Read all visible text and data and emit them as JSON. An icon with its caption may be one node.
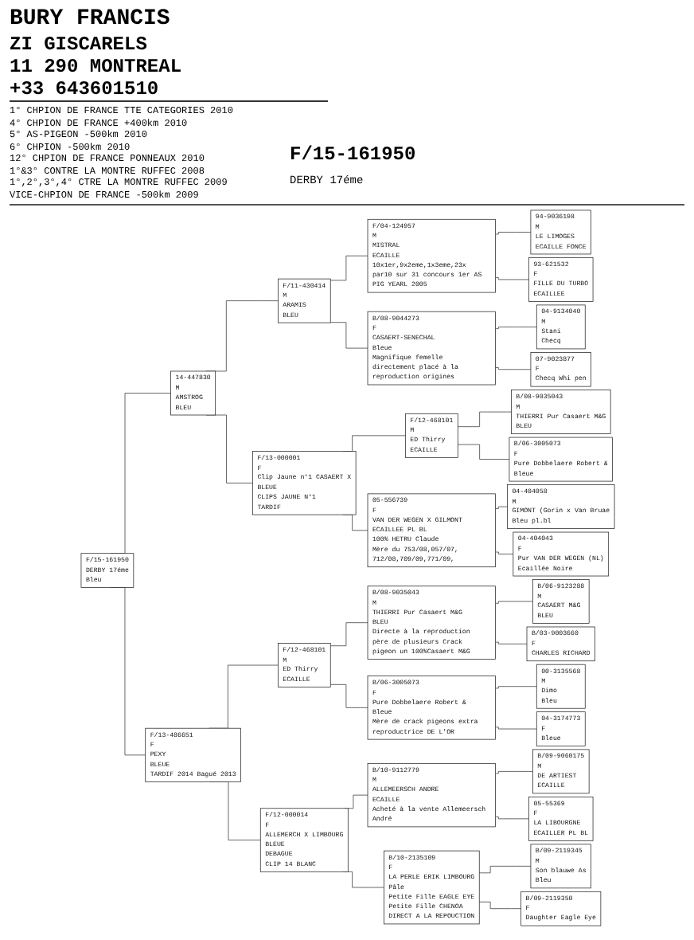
{
  "diagram": {
    "nodes": [
      {
        "text": [
          "F/15-161950",
          "DERBY 17éme",
          "Bleu"
        ]
      },
      {
        "text": [
          "14-447830",
          "M",
          "AMSTROG",
          "BLEU"
        ]
      },
      {
        "text": [
          "F/13-486651",
          "F",
          "PEXY",
          "BLEUE",
          "TARDIF 2014 Bagué 2013"
        ]
      },
      {
        "text": [
          "F/11-430414",
          "M",
          "ARAMIS",
          "BLEU"
        ]
      },
      {
        "text": [
          "F/13-000001",
          "F",
          "Clip Jaune n°1 CASAERT X",
          "BLEUE",
          "CLIPS JAUNE N°1",
          "TARDIF"
        ]
      },
      {
        "text": [
          "F/12-468101",
          "M",
          "ED Thirry",
          "ECAILLE"
        ]
      },
      {
        "text": [
          "F/12-000014",
          "F",
          "ALLEMERCH X LIMBOURG",
          "BLEUE",
          "DEBAGUE",
          "CLIP 14 BLANC"
        ]
      },
      {
        "text": [
          "F/04-124957",
          "M",
          "MISTRAL",
          "ECAILLE",
          "10x1er,9x2eme,1x3eme,23x par10 sur 31 concours 1er AS PIG YEARL 2005"
        ]
      },
      {
        "text": [
          "B/08-9044273",
          "F",
          "CASAERT-SENECHAL",
          "Bleue",
          "Magnifique femelle directement placé à la reproduction origines"
        ]
      },
      {
        "text": [
          "F/12-468101",
          "M",
          "ED Thirry",
          "ECAILLE"
        ]
      },
      {
        "text": [
          "05-556739",
          "F",
          "VAN DER WEGEN X GILMONT",
          "ECAILLEE PL BL",
          "100% HETRU Claude",
          "Mère du 753/08,057/07, 712/08,709/09,771/09,"
        ]
      },
      {
        "text": [
          "B/08-9035043",
          "M",
          "THIERRI Pur Casaert M&G",
          "BLEU",
          "Directe à la reproduction père de plusieurs Crack pigeon un 100%Casaert M&G"
        ]
      },
      {
        "text": [
          "B/06-3005073",
          "F",
          "Pure Dobbelaere Robert &",
          "Bleue",
          "Mère de crack pigeons extra reproductrice DE L'OR"
        ]
      },
      {
        "text": [
          "B/10-9112779",
          "M",
          "ALLEMEERSCH ANDRE",
          "ECAILLE",
          "Acheté à la vente Allemeersch André"
        ]
      },
      {
        "text": [
          "B/10-2135109",
          "F",
          "LA PERLE ERIK LIMBOURG",
          "Pâle",
          "Petite Fille EAGLE EYE",
          "Petite Fille CHENOA",
          "DIRECT A LA REPOUCTION"
        ]
      },
      {
        "text": [
          "94-9036198",
          "M",
          "LE LIMOGES",
          "ECAILLE FONCE"
        ]
      },
      {
        "text": [
          "93-621532",
          "F",
          "FILLE DU TURBO",
          "ECAILLEE"
        ]
      },
      {
        "text": [
          "04-9134040",
          "M",
          "Stani",
          "Checq"
        ]
      },
      {
        "text": [
          "07-9023877",
          "F",
          "Checq Whi pen"
        ]
      },
      {
        "text": [
          "B/08-9035043",
          "M",
          "THIERRI Pur Casaert M&G",
          "BLEU"
        ]
      },
      {
        "text": [
          "B/06-3005073",
          "F",
          "Pure Dobbelaere Robert &",
          "Bleue"
        ]
      },
      {
        "text": [
          "04-404058",
          "M",
          "GIMONT (Gorin x Van Bruae",
          "Bleu pl.bl"
        ]
      },
      {
        "text": [
          "04-404043",
          "F",
          "Pur VAN DER WEGEN (NL)",
          "Ecaillée Noire"
        ]
      },
      {
        "text": [
          "B/06-9123288",
          "M",
          "CASAERT M&G",
          "BLEU"
        ]
      },
      {
        "text": [
          "B/03-9003660",
          "F",
          "CHARLES RICHARD"
        ]
      },
      {
        "text": [
          "00-3135568",
          "M",
          "Dimo",
          "Bleu"
        ]
      },
      {
        "text": [
          "04-3174773",
          "F",
          "Bleue"
        ]
      },
      {
        "text": [
          "B/09-9060175",
          "M",
          "DE ARTIEST",
          "ECAILLE"
        ]
      },
      {
        "text": [
          "05-55369",
          "F",
          "LA LIBOURGNE",
          "ECAILLER PL BL"
        ]
      },
      {
        "text": [
          "B/09-2119345",
          "M",
          "Son blauwe As",
          "Bleu"
        ]
      },
      {
        "text": [
          "B/09-2119350",
          "F",
          "Daughter Eagle Eye"
        ]
      }
    ],
    "edges": [
      {
        "from": 0,
        "to": 1,
        "arrow": "none"
      },
      {
        "from": 0,
        "to": 2,
        "arrow": "none"
      },
      {
        "from": 1,
        "to": 3,
        "arrow": "none"
      },
      {
        "from": 1,
        "to": 4,
        "arrow": "none"
      },
      {
        "from": 2,
        "to": 5,
        "arrow": "none"
      },
      {
        "from": 2,
        "to": 6,
        "arrow": "none"
      },
      {
        "from": 3,
        "to": 7,
        "arrow": "none"
      },
      {
        "from": 3,
        "to": 8,
        "arrow": "none"
      },
      {
        "from": 4,
        "to": 9,
        "arrow": "none"
      },
      {
        "from": 4,
        "to": 10,
        "arrow": "none"
      },
      {
        "from": 5,
        "to": 11,
        "arrow": "none"
      },
      {
        "from": 5,
        "to": 12,
        "arrow": "none"
      },
      {
        "from": 6,
        "to": 13,
        "arrow": "none"
      },
      {
        "from": 6,
        "to": 14,
        "arrow": "none"
      },
      {
        "from": 7,
        "to": 15,
        "arrow": "none"
      },
      {
        "from": 7,
        "to": 16,
        "arrow": "none"
      },
      {
        "from": 8,
        "to": 17,
        "arrow": "none"
      },
      {
        "from": 8,
        "to": 18,
        "arrow": "none"
      },
      {
        "from": 9,
        "to": 19,
        "arrow": "none"
      },
      {
        "from": 9,
        "to": 20,
        "arrow": "none"
      },
      {
        "from": 10,
        "to": 21,
        "arrow": "none"
      },
      {
        "from": 10,
        "to": 22,
        "arrow": "none"
      },
      {
        "from": 11,
        "to": 23,
        "arrow": "none"
      },
      {
        "from": 11,
        "to": 24,
        "arrow": "none"
      },
      {
        "from": 12,
        "to": 25,
        "arrow": "none"
      },
      {
        "from": 12,
        "to": 26,
        "arrow": "none"
      },
      {
        "from": 13,
        "to": 27,
        "arrow": "none"
      },
      {
        "from": 13,
        "to": 28,
        "arrow": "none"
      },
      {
        "from": 14,
        "to": 29,
        "arrow": "none"
      },
      {
        "from": 14,
        "to": 30,
        "arrow": "none"
      }
    ],
    "labels": [
      "BURY FRANCIS",
      "ZI GISCARELS",
      "11 290 MONTREAL",
      "+33 643601510",
      "1° CHPION DE FRANCE TTE CATEGORIES 2010",
      "4° CHPION DE FRANCE +400km 2010",
      "5° AS-PIGEON -500km 2010",
      "6° CHPION -500km 2010",
      "12° CHPION DE FRANCE PONNEAUX 2010",
      "1°&3° CONTRE LA MONTRE RUFFEC 2008",
      "1°,2°,3°,4° CTRE LA MONTRE RUFFEC 2009",
      "VICE-CHPION DE FRANCE -500km 2009",
      "F/15-161950",
      "DERBY 17éme"
    ]
  }
}
